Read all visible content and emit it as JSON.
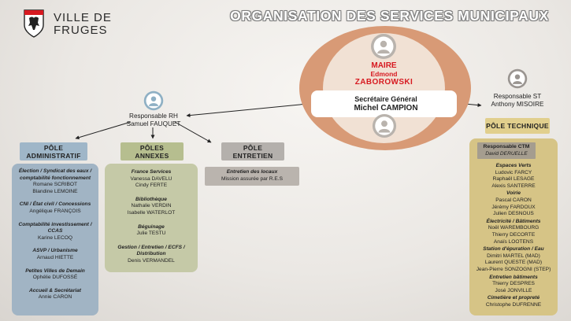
{
  "header": {
    "logo_line1": "VILLE DE",
    "logo_line2": "FRUGES",
    "title": "ORGANISATION DES SERVICES MUNICIPAUX"
  },
  "center": {
    "maire_role": "MAIRE",
    "maire_first": "Edmond",
    "maire_last": "ZABOROWSKI",
    "sg_role": "Secrétaire Général",
    "sg_name": "Michel CAMPION"
  },
  "rh": {
    "role": "Responsable RH",
    "name": "Samuel FAUQUET"
  },
  "st": {
    "role": "Responsable ST",
    "name": "Anthony MISOIRE"
  },
  "poles": {
    "administratif": {
      "line1": "PÔLE",
      "line2": "ADMINISTRATIF",
      "sections": [
        {
          "title": [
            "Élection / Syndicat des eaux /",
            "comptabilité fonctionnement"
          ],
          "people": [
            "Romane SCRIBOT",
            "Blandine LEMOINE"
          ]
        },
        {
          "title": [
            "CNI / État civil / Concessions"
          ],
          "people": [
            "Angélique FRANÇOIS"
          ]
        },
        {
          "title": [
            "Comptabilité investissement /",
            "CCAS"
          ],
          "people": [
            "Karine LECOQ"
          ]
        },
        {
          "title": [
            "ASVP / Urbanisme"
          ],
          "people": [
            "Arnaud HIETTE"
          ]
        },
        {
          "title": [
            "Petites Villes de Demain"
          ],
          "people": [
            "Ophélie DUFOSSÉ"
          ]
        },
        {
          "title": [
            "Accueil & Secrétariat"
          ],
          "people": [
            "Annie CARON"
          ]
        }
      ]
    },
    "annexes": {
      "line1": "PÔLES",
      "line2": "ANNEXES",
      "sections": [
        {
          "title": [
            "France Services"
          ],
          "people": [
            "Vanessa DAVELU",
            "Cindy FERTE"
          ]
        },
        {
          "title": [
            "Bibliothèque"
          ],
          "people": [
            "Nathalie VERDIN",
            "Isabelle WATERLOT"
          ]
        },
        {
          "title": [
            "Béguinage"
          ],
          "people": [
            "Julie TESTU"
          ]
        },
        {
          "title": [
            "Gestion / Entretien / ECFS /",
            "Distribution"
          ],
          "people": [
            "Denis VERMANDEL"
          ]
        }
      ]
    },
    "entretien": {
      "line1": "PÔLE",
      "line2": "ENTRETIEN",
      "sections": [
        {
          "title": [
            "Entretien des locaux"
          ],
          "people": [
            "Mission assurée par R.E.S"
          ]
        }
      ]
    },
    "technique": {
      "label": "PÔLE TECHNIQUE",
      "ctm_title": "Responsable CTM",
      "ctm_name": "David DERUELLE",
      "sections": [
        {
          "title": [
            "Espaces Verts"
          ],
          "people": [
            "Ludovic FARCY",
            "Raphaël LESAGE",
            "Alexis SANTERRE"
          ]
        },
        {
          "title": [
            "Voirie"
          ],
          "people": [
            "Pascal CARON",
            "Jérémy FARDOUX",
            "Julien DESNOUS"
          ]
        },
        {
          "title": [
            "Électricité / Bâtiments"
          ],
          "people": [
            "Noël WAREMBOURG",
            "Thierry DECORTE",
            "Anaïs LOOTENS"
          ]
        },
        {
          "title": [
            "Station d'épuration / Eau"
          ],
          "people": [
            "Dimitri MARTEL (MAD)",
            "Laurent QUESTE (MAD)",
            "Jean-Pierre SONZOGNI (STEP)"
          ]
        },
        {
          "title": [
            "Entretien bâtiments"
          ],
          "people": [
            "Thierry DESPRES",
            "José JONVILLE"
          ]
        },
        {
          "title": [
            "Cimetière et propreté"
          ],
          "people": [
            "Christophe DUFRENNE"
          ]
        }
      ]
    }
  },
  "colors": {
    "maire": "#d71920",
    "ellipse_outer": "#d89a76",
    "ellipse_inner": "#f1e1d4",
    "admin": "#a1b4c4",
    "annexes": "#c5c9a7",
    "entretien": "#bab4ae",
    "technique": "#d6c486"
  }
}
